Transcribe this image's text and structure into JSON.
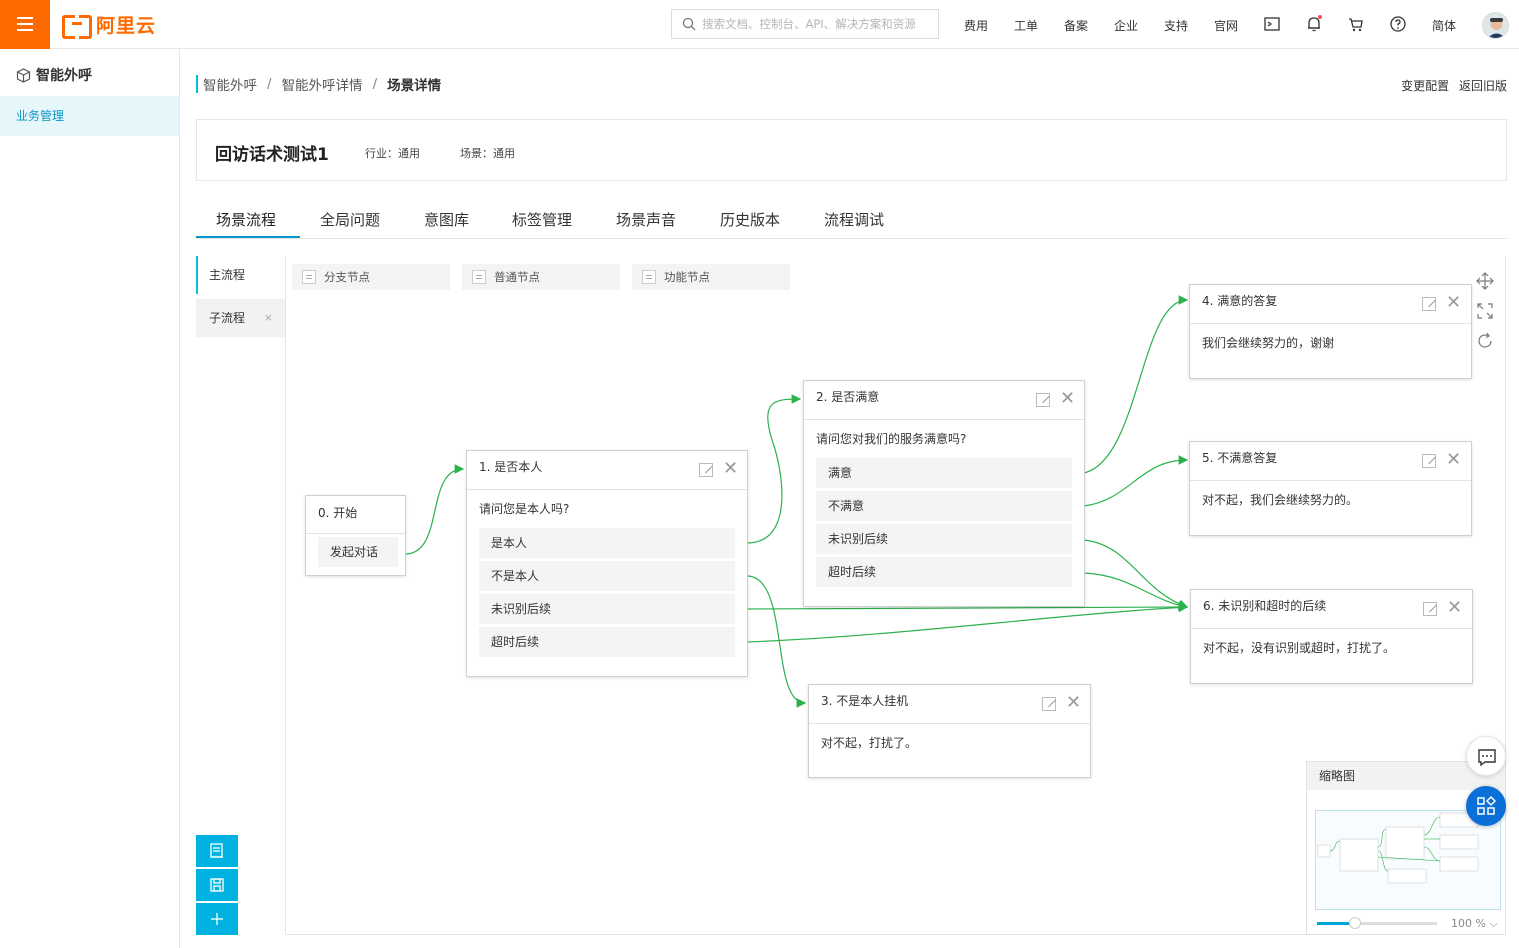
{
  "topbar": {
    "logo_text": "阿里云",
    "search_placeholder": "搜索文档、控制台、API、解决方案和资源",
    "nav": [
      "费用",
      "工单",
      "备案",
      "企业",
      "支持",
      "官网"
    ],
    "lang": "简体",
    "brand_color": "#ff6a00"
  },
  "sidebar": {
    "title": "智能外呼",
    "items": [
      {
        "label": "业务管理",
        "active": true
      }
    ]
  },
  "breadcrumb": [
    "智能外呼",
    "智能外呼详情",
    "场景详情"
  ],
  "actions": {
    "change_config": "变更配置",
    "back_old": "返回旧版"
  },
  "header": {
    "title": "回访话术测试1",
    "industry": "行业：通用",
    "scene": "场景：通用"
  },
  "tabs": [
    "场景流程",
    "全局问题",
    "意图库",
    "标签管理",
    "场景声音",
    "历史版本",
    "流程调试"
  ],
  "flow_tabs": {
    "main": "主流程",
    "sub": "子流程",
    "sub_close": "×"
  },
  "palette": [
    "分支节点",
    "普通节点",
    "功能节点"
  ],
  "nodes": {
    "start": {
      "title": "0. 开始",
      "option": "发起对话"
    },
    "n1": {
      "title": "1. 是否本人",
      "text": "请问您是本人吗?",
      "options": [
        "是本人",
        "不是本人",
        "未识别后续",
        "超时后续"
      ]
    },
    "n2": {
      "title": "2. 是否满意",
      "text": "请问您对我们的服务满意吗?",
      "options": [
        "满意",
        "不满意",
        "未识别后续",
        "超时后续"
      ]
    },
    "n3": {
      "title": "3. 不是本人挂机",
      "text": "对不起，打扰了。"
    },
    "n4": {
      "title": "4. 满意的答复",
      "text": "我们会继续努力的，谢谢"
    },
    "n5": {
      "title": "5. 不满意答复",
      "text": "对不起，我们会继续努力的。"
    },
    "n6": {
      "title": "6. 未识别和超时的后续",
      "text": "对不起，没有识别或超时，打扰了。"
    }
  },
  "minimap": {
    "title": "缩略图",
    "zoom": "100 %",
    "zoom_fraction": 0.3
  },
  "colors": {
    "accent": "#00c1de",
    "link": "#0a96c8",
    "wire": "#2bb24c",
    "fab": "#0a6fd6"
  },
  "icons": [
    "menu-icon",
    "search-icon",
    "terminal-icon",
    "bell-icon",
    "cart-icon",
    "help-icon",
    "move-icon",
    "fullscreen-icon",
    "refresh-icon",
    "chat-icon",
    "apps-icon",
    "edit-icon",
    "close-icon",
    "import-icon",
    "save-icon",
    "add-icon"
  ]
}
